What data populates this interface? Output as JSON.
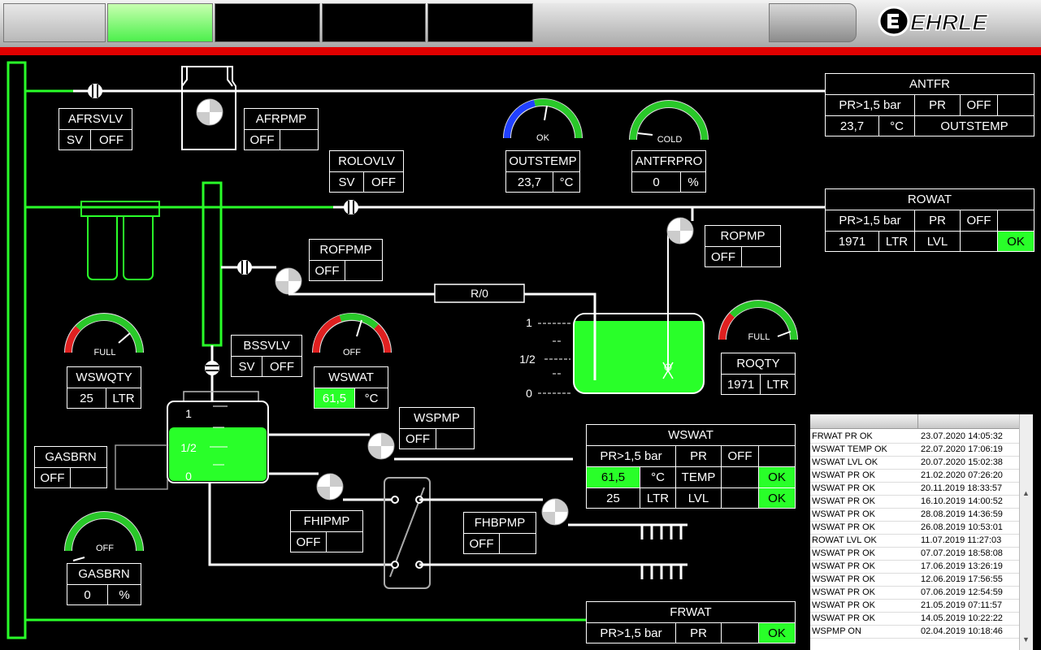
{
  "brand": {
    "name": "EHRLE"
  },
  "colors": {
    "active": "#29ff29",
    "pipe": "#ffffff",
    "alarmBar": "#e00000"
  },
  "tags": {
    "afrsvlv": {
      "title": "AFRSVLV",
      "mode": "SV",
      "state": "OFF"
    },
    "afrpmp": {
      "title": "AFRPMP",
      "state": "OFF"
    },
    "rolovlv": {
      "title": "ROLOVLV",
      "mode": "SV",
      "state": "OFF"
    },
    "rofpmp": {
      "title": "ROFPMP",
      "state": "OFF"
    },
    "ropmp": {
      "title": "ROPMP",
      "state": "OFF"
    },
    "bssvlv": {
      "title": "BSSVLV",
      "mode": "SV",
      "state": "OFF"
    },
    "wspmp": {
      "title": "WSPMP",
      "state": "OFF"
    },
    "gasbrn_sw": {
      "title": "GASBRN",
      "state": "OFF"
    },
    "fhipmp": {
      "title": "FHIPMP",
      "state": "OFF"
    },
    "fhbpmp": {
      "title": "FHBPMP",
      "state": "OFF"
    }
  },
  "gauges": {
    "outstemp": {
      "status": "OK",
      "title": "OUTSTEMP",
      "value": "23,7",
      "unit": "°C"
    },
    "antfrpro": {
      "status": "COLD",
      "title": "ANTFRPRO",
      "value": "0",
      "unit": "%"
    },
    "wswqty": {
      "status": "FULL",
      "title": "WSWQTY",
      "value": "25",
      "unit": "LTR"
    },
    "wswat": {
      "status": "OFF",
      "title": "WSWAT",
      "value": "61,5",
      "unit": "°C"
    },
    "roqty": {
      "status": "FULL",
      "title": "ROQTY",
      "value": "1971",
      "unit": "LTR"
    },
    "gasbrn": {
      "status": "OFF",
      "title": "GASBRN",
      "value": "0",
      "unit": "%"
    }
  },
  "antfr": {
    "title": "ANTFR",
    "pr_label": "PR>1,5 bar",
    "pr": "PR",
    "pr_state": "OFF",
    "temp": "23,7",
    "unit": "°C",
    "temp_label": "OUTSTEMP"
  },
  "rowat": {
    "title": "ROWAT",
    "pr_label": "PR>1,5 bar",
    "pr": "PR",
    "pr_state": "OFF",
    "level": "1971",
    "unit": "LTR",
    "level_label": "LVL",
    "level_state": "OK"
  },
  "wswat_panel": {
    "title": "WSWAT",
    "pr_label": "PR>1,5 bar",
    "pr": "PR",
    "pr_state": "OFF",
    "temp": "61,5",
    "temp_unit": "°C",
    "temp_label": "TEMP",
    "temp_state": "OK",
    "level": "25",
    "level_unit": "LTR",
    "level_label": "LVL",
    "level_state": "OK"
  },
  "frwat": {
    "title": "FRWAT",
    "pr_label": "PR>1,5 bar",
    "pr": "PR",
    "pr_state": "OK"
  },
  "ro_tank": {
    "mark_1": "1",
    "mark_half": "1/2",
    "mark_0": "0",
    "line_label": "R/0"
  },
  "ws_tank": {
    "mark_1": "1",
    "mark_half": "1/2",
    "mark_0": "0"
  },
  "event_log": [
    {
      "msg": "FRWAT PR OK",
      "dt": "23.07.2020 14:05:32"
    },
    {
      "msg": "WSWAT TEMP OK",
      "dt": "22.07.2020 17:06:19"
    },
    {
      "msg": "WSWAT LVL OK",
      "dt": "20.07.2020 15:02:38"
    },
    {
      "msg": "WSWAT PR OK",
      "dt": "21.02.2020 07:26:20"
    },
    {
      "msg": "WSWAT PR OK",
      "dt": "20.11.2019 18:33:57"
    },
    {
      "msg": "WSWAT PR OK",
      "dt": "16.10.2019 14:00:52"
    },
    {
      "msg": "WSWAT PR OK",
      "dt": "28.08.2019 14:36:59"
    },
    {
      "msg": "WSWAT PR OK",
      "dt": "26.08.2019 10:53:01"
    },
    {
      "msg": "ROWAT LVL OK",
      "dt": "11.07.2019 11:27:03"
    },
    {
      "msg": "WSWAT PR OK",
      "dt": "07.07.2019 18:58:08"
    },
    {
      "msg": "WSWAT PR OK",
      "dt": "17.06.2019 13:26:19"
    },
    {
      "msg": "WSWAT PR OK",
      "dt": "12.06.2019 17:56:55"
    },
    {
      "msg": "WSWAT PR OK",
      "dt": "07.06.2019 12:54:59"
    },
    {
      "msg": "WSWAT PR OK",
      "dt": "21.05.2019 07:11:57"
    },
    {
      "msg": "WSWAT PR OK",
      "dt": "14.05.2019 10:22:22"
    },
    {
      "msg": "WSPMP ON",
      "dt": "02.04.2019 10:18:46"
    }
  ]
}
